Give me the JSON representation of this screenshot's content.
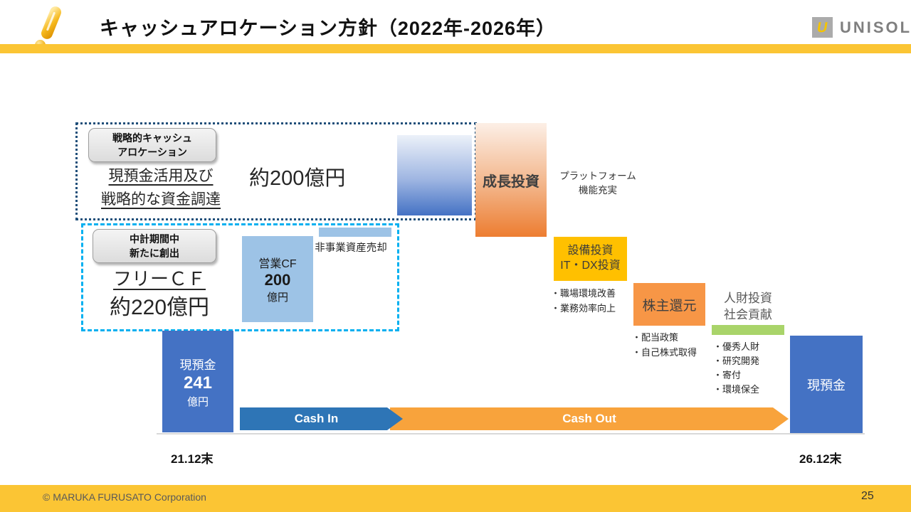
{
  "colors": {
    "accent-yellow": "#FBC534",
    "bar-blue": "#4472C4",
    "light-blue": "#9DC3E6",
    "cashin-blue": "#2E75B6",
    "cashout-orange": "#F8A33C",
    "growth-orange": "#ED7D31",
    "capex-yellow": "#FFC000",
    "shareholder-orange": "#F79646",
    "green": "#A9D46A",
    "navy-dotted": "#1F4E79",
    "cyan-dashed": "#00B0F0"
  },
  "header": {
    "title": "キャッシュアロケーション方針（2022年-2026年）",
    "logo_mark": "U",
    "logo_text": "UNISOL"
  },
  "strategic": {
    "badge": [
      "戦略的キャッシュ",
      "アロケーション"
    ],
    "label": [
      "現預金活用及び",
      "戦略的な資金調達"
    ],
    "amount": "約200億円"
  },
  "free_cf": {
    "badge": [
      "中計期間中",
      "新たに創出"
    ],
    "label": "フリーＣＦ",
    "amount": "約220億円"
  },
  "operating_cf": {
    "label": "営業CF",
    "value": "200",
    "unit": "億円"
  },
  "non_business": {
    "label": "非事業資産売却"
  },
  "growth": {
    "label": "成長投資",
    "note": [
      "プラットフォーム",
      "機能充実"
    ]
  },
  "capex": {
    "title": [
      "設備投資",
      "IT・DX投資"
    ],
    "bullets": [
      "・職場環境改善",
      "・業務効率向上"
    ]
  },
  "shareholder": {
    "title": "株主還元",
    "bullets": [
      "・配当政策",
      "・自己株式取得"
    ]
  },
  "human": {
    "title": [
      "人財投資",
      "社会貢献"
    ],
    "bullets": [
      "・優秀人財",
      "・研究開発",
      "・寄付",
      "・環境保全"
    ]
  },
  "cash_start": {
    "label": "現預金",
    "value": "241",
    "unit": "億円",
    "date": "21.12末"
  },
  "cash_end": {
    "label": "現預金",
    "date": "26.12末"
  },
  "flow": {
    "cash_in": "Cash In",
    "cash_out": "Cash Out"
  },
  "footer": {
    "copyright": "© MARUKA FURUSATO Corporation",
    "page": "25"
  }
}
